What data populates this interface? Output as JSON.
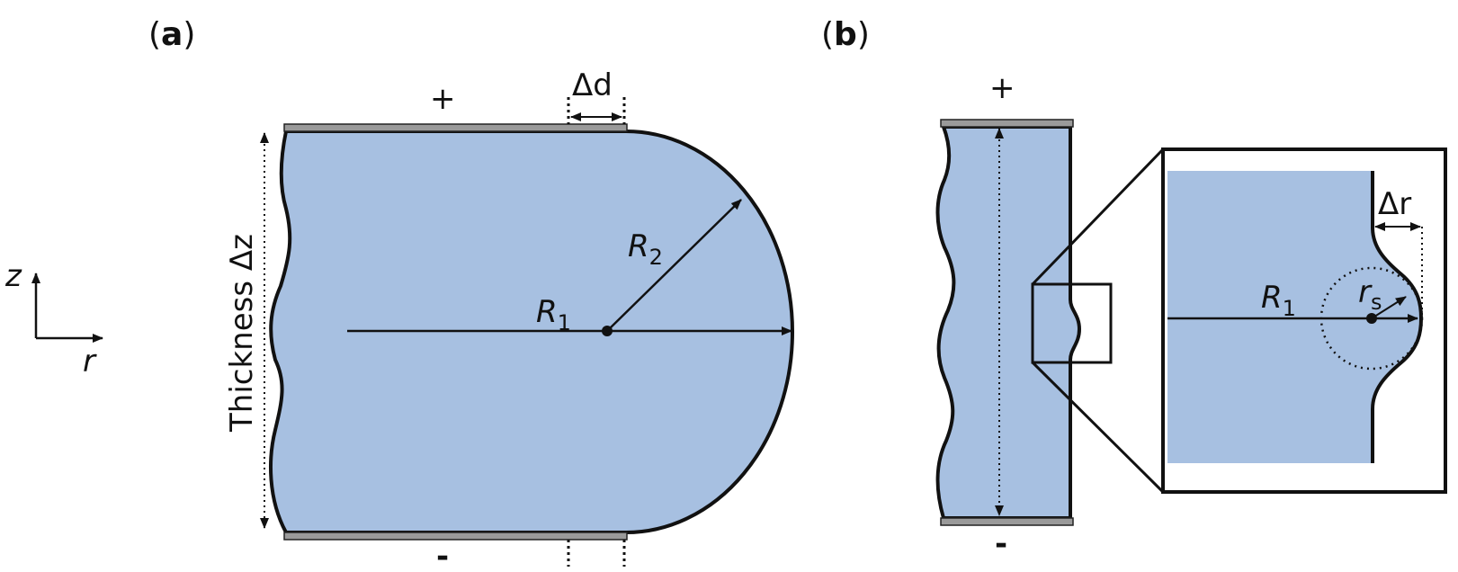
{
  "panels": {
    "a": {
      "paren_open": "(",
      "letter": "a",
      "paren_close": ")"
    },
    "b": {
      "paren_open": "(",
      "letter": "b",
      "paren_close": ")"
    }
  },
  "axes": {
    "z": "z",
    "r": "r"
  },
  "electrodes": {
    "plus": "+",
    "minus": "-"
  },
  "labels": {
    "thickness": "Thickness Δz",
    "delta_d": "Δd",
    "delta_r": "Δr",
    "R1": "R",
    "R1_sub": "1",
    "R2": "R",
    "R2_sub": "2",
    "rs": "r",
    "rs_sub": "s"
  },
  "colors": {
    "fluid": "#a7c0e1",
    "electrode": "#9a9a9a",
    "stroke": "#111111"
  }
}
